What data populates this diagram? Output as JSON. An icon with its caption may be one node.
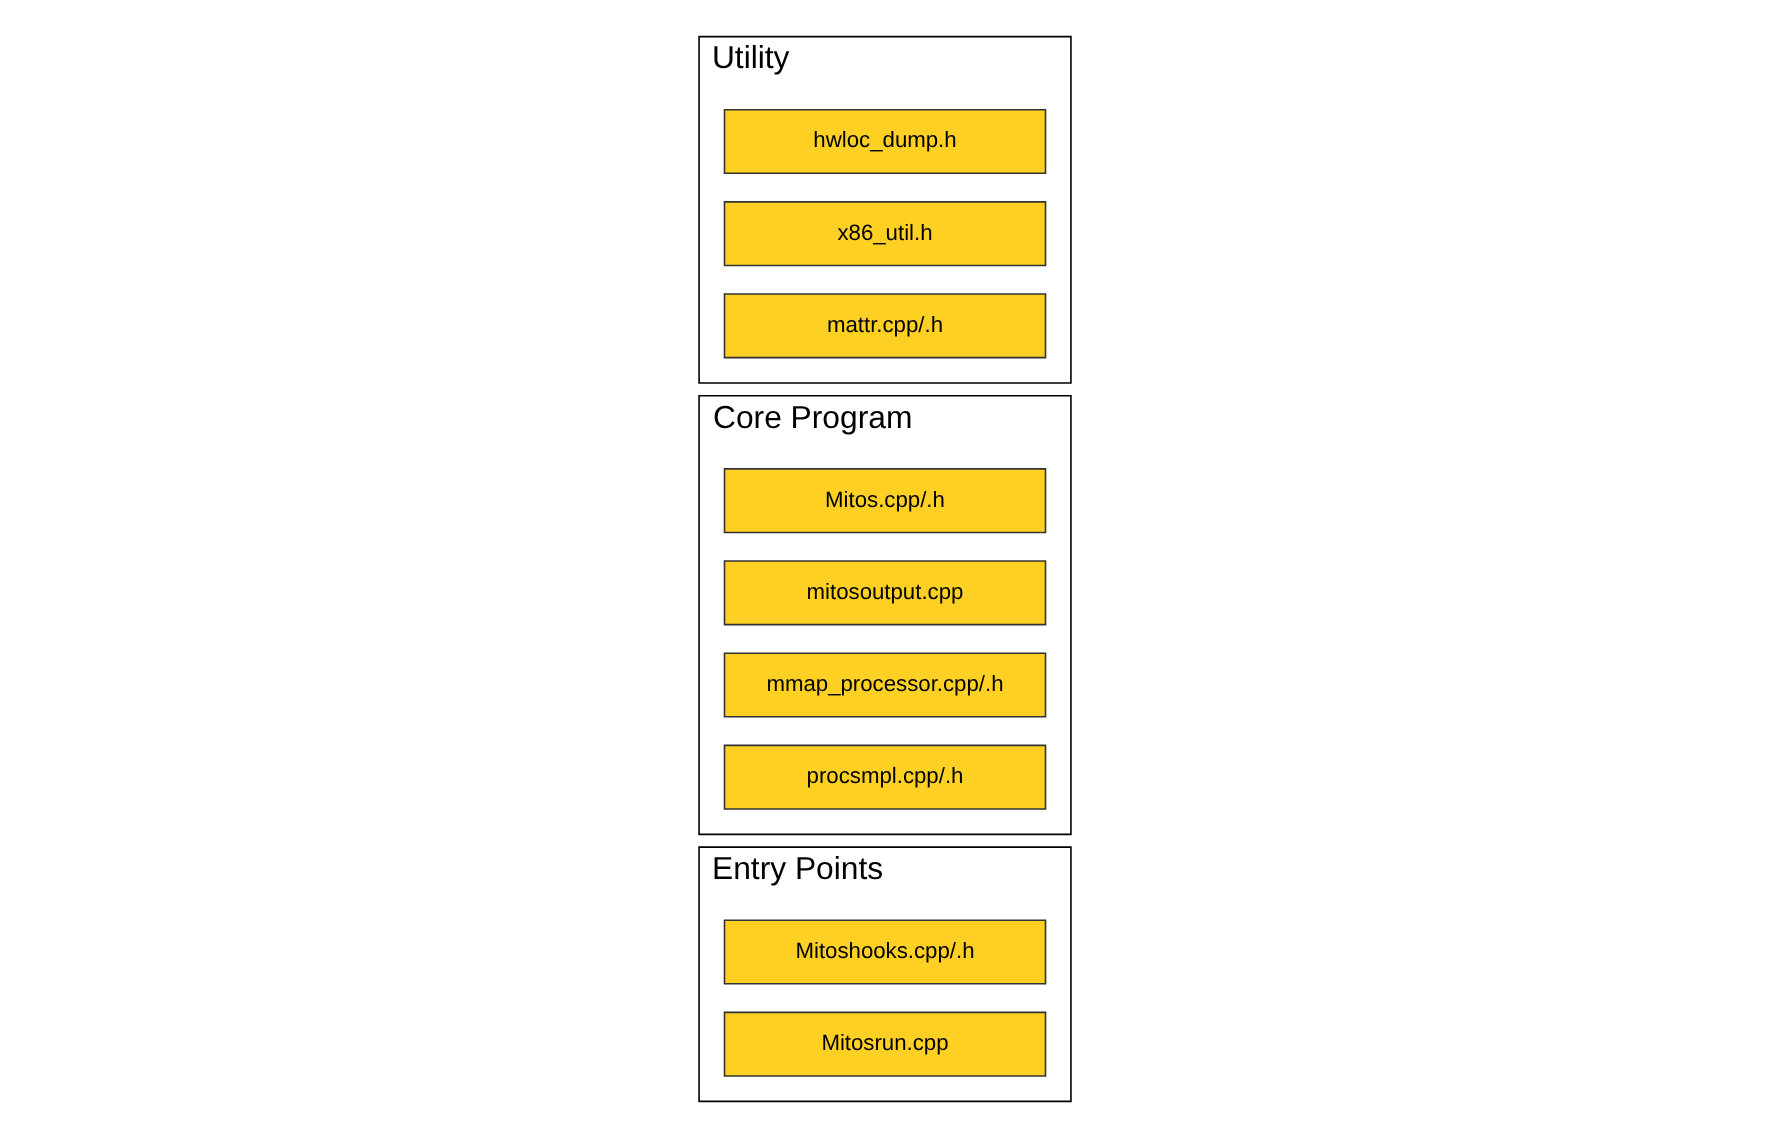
{
  "diagram": {
    "nodes": [
      {
        "text": [
          "Entry Points"
        ]
      },
      {
        "text": [
          "Mitoshooks.cpp/.h"
        ],
        "in": 0
      },
      {
        "text": [
          "Mitosrun.cpp"
        ],
        "in": 0
      },
      {
        "text": [
          "Core Program"
        ]
      },
      {
        "text": [
          "Mitos.cpp/.h"
        ],
        "in": 3
      },
      {
        "text": [
          "mitosoutput.cpp"
        ],
        "in": 3
      },
      {
        "text": [
          "mmap_processor.cpp/.h"
        ],
        "in": 3
      },
      {
        "text": [
          "procsmpl.cpp/.h"
        ],
        "in": 3
      },
      {
        "text": [
          "Utility"
        ]
      },
      {
        "text": [
          "hwloc_dump.h"
        ],
        "in": 8
      },
      {
        "text": [
          "x86_util.h"
        ],
        "in": 8
      },
      {
        "text": [
          "mattr.cpp/.h"
        ],
        "in": 8
      }
    ]
  }
}
